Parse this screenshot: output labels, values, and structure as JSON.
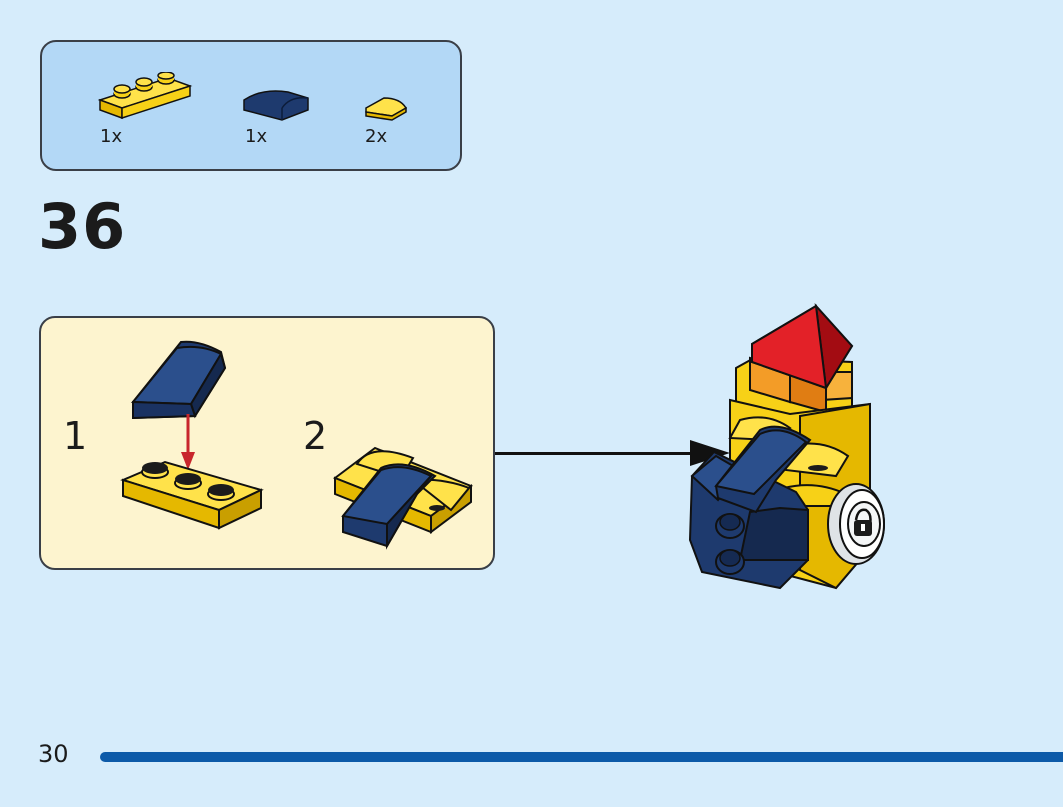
{
  "parts_list": {
    "items": [
      {
        "icon": "yellow-plate-1x3-icon",
        "quantity": "1x",
        "color": "#f7d117"
      },
      {
        "icon": "dark-blue-curved-slope-icon",
        "quantity": "1x",
        "color": "#1e3a6e"
      },
      {
        "icon": "yellow-quarter-round-tile-icon",
        "quantity": "2x",
        "color": "#f7d117"
      }
    ]
  },
  "step": {
    "number": "36",
    "substeps": [
      {
        "label": "1"
      },
      {
        "label": "2"
      }
    ]
  },
  "footer": {
    "page_number": "30",
    "progress_fraction": 1.0
  },
  "colors": {
    "background": "#d6ecfb",
    "parts_box": "#b3d8f6",
    "substep_box": "#fdf4cf",
    "yellow": "#f7d117",
    "dark_blue": "#1e3a6e",
    "red": "#d8121a",
    "orange": "#f39c27",
    "progress": "#0d5aa8"
  }
}
